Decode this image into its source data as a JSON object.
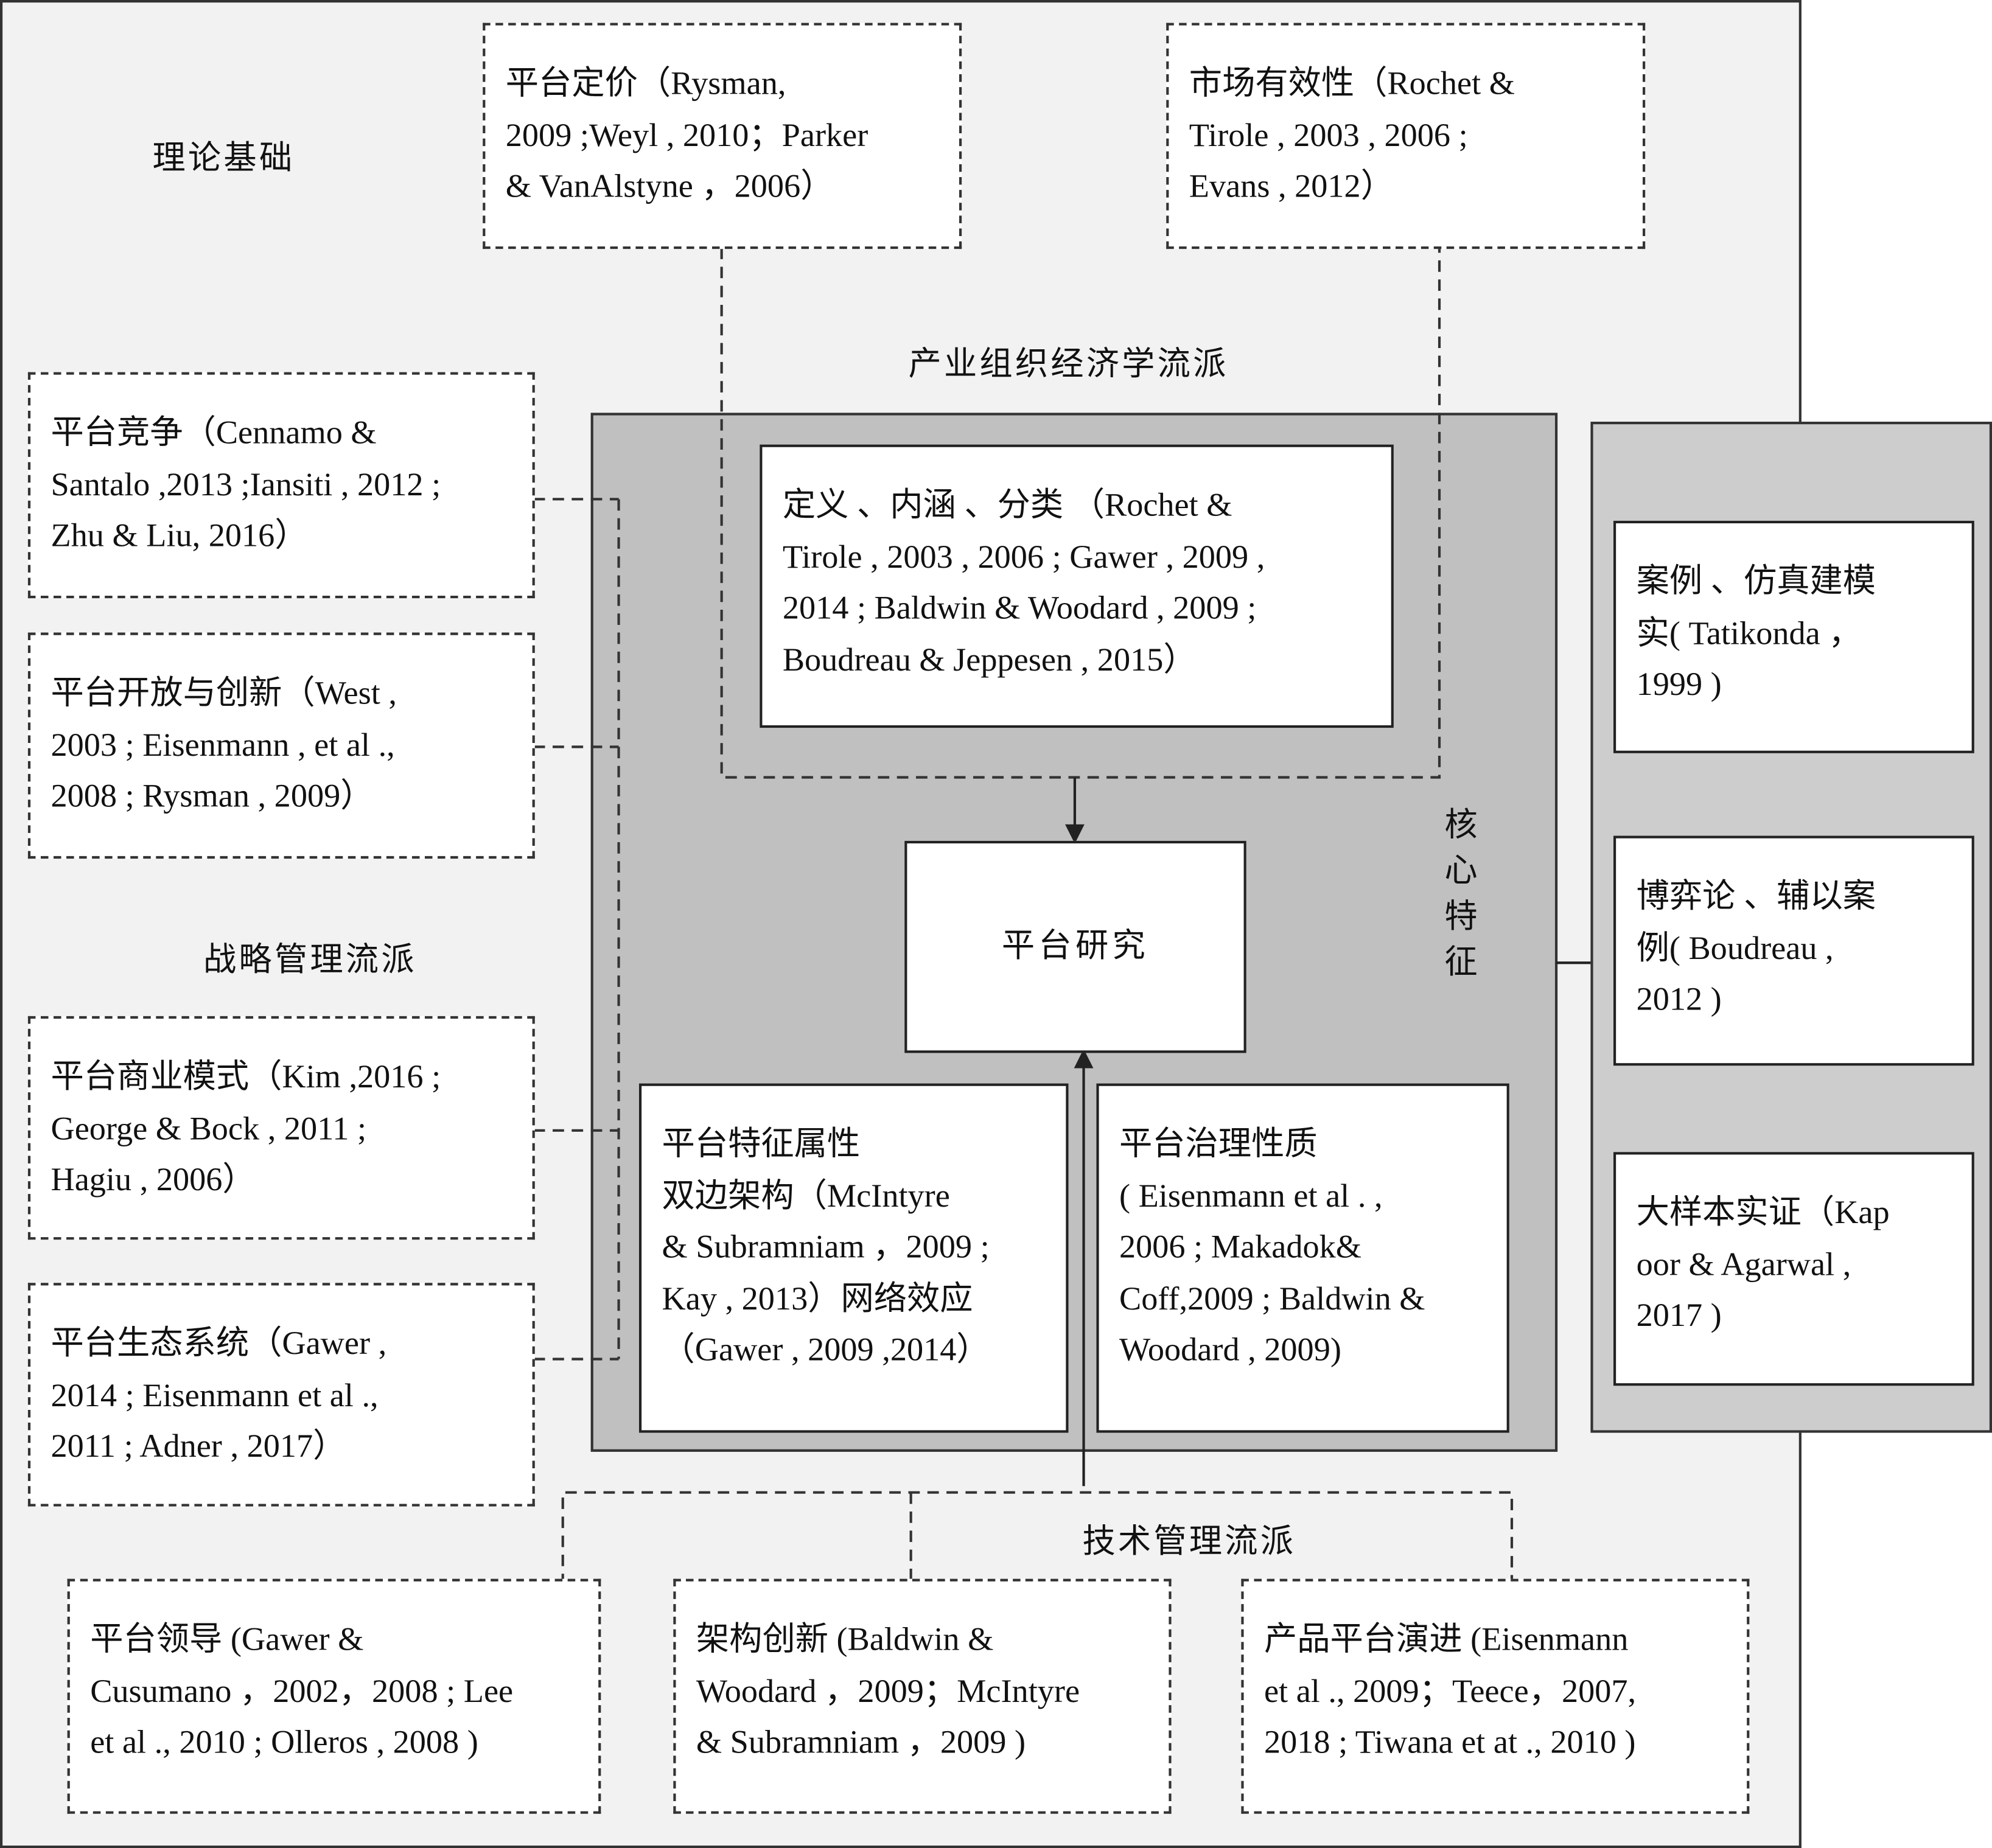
{
  "labels": {
    "theory_basis": "理论基础",
    "industrial_org": "产业组织经济学流派",
    "strategic_mgmt": "战略管理流派",
    "tech_mgmt": "技术管理流派",
    "core_features": "核心特征"
  },
  "center": {
    "title": "平台研究"
  },
  "boxes": {
    "pricing": [
      "平台定价（Rysman,",
      "2009 ;Weyl , 2010；Parker",
      "& VanAlstyne ，2006）"
    ],
    "market_eff": [
      "市场有效性（Rochet &",
      "Tirole , 2003 , 2006 ;",
      "Evans , 2012）"
    ],
    "definition": [
      "定义 、内涵 、分类 （Rochet &",
      "Tirole , 2003 , 2006 ; Gawer , 2009 ,",
      "2014 ; Baldwin & Woodard , 2009 ;",
      "Boudreau & Jeppesen , 2015）"
    ],
    "competition": [
      "平台竞争（Cennamo &",
      "Santalo ,2013 ;Iansiti , 2012 ;",
      "Zhu & Liu, 2016）"
    ],
    "openness": [
      "平台开放与创新（West ,",
      "2003 ; Eisenmann , et al .,",
      "2008 ; Rysman , 2009）"
    ],
    "business_model": [
      "平台商业模式（Kim ,2016 ;",
      "  George & Bock , 2011 ;",
      "  Hagiu , 2006）"
    ],
    "ecosystem": [
      "平台生态系统（Gawer ,",
      "2014 ; Eisenmann et al .,",
      "2011 ; Adner , 2017）"
    ],
    "attributes": [
      "平台特征属性",
      "双边架构（McIntyre",
      "& Subramniam ，2009 ;",
      "Kay , 2013）网络效应",
      "（Gawer , 2009 ,2014）"
    ],
    "governance": [
      "平台治理性质",
      "( Eisenmann et al . ,",
      "2006 ; Makadok&",
      "Coff,2009 ; Baldwin &",
      "Woodard , 2009)"
    ],
    "case_sim": [
      "案例 、仿真建模",
      "实( Tatikonda ，",
      "1999 )"
    ],
    "game_theory": [
      "博弈论 、辅以案",
      "例( Boudreau ,",
      "2012 )"
    ],
    "large_sample": [
      "大样本实证（Kap",
      "oor & Agarwal ,",
      "2017 )"
    ],
    "leadership": [
      "平台领导 (Gawer &",
      "Cusumano ，2002，2008 ; Lee",
      "et al ., 2010 ; Olleros , 2008 )"
    ],
    "architecture": [
      "架构创新 (Baldwin &",
      "Woodard ，2009；McIntyre",
      "& Subramniam ，2009 )"
    ],
    "evolution": [
      "产品平台演进 (Eisenmann",
      "et al ., 2009；Teece，2007,",
      "2018 ; Tiwana et at .,  2010 )"
    ]
  },
  "colors": {
    "outer": "#f2f2f2",
    "core": "#c0c0c0",
    "methods": "#cdcdcd"
  }
}
